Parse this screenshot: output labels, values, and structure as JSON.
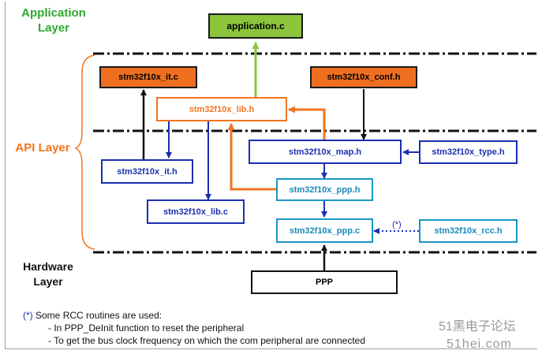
{
  "layers": {
    "application": {
      "line1": "Application",
      "line2": "Layer"
    },
    "api": "API Layer",
    "hardware": {
      "line1": "Hardware",
      "line2": "Layer"
    }
  },
  "boxes": {
    "application_c": "application.c",
    "it_c": "stm32f10x_it.c",
    "conf_h": "stm32f10x_conf.h",
    "lib_h": "stm32f10x_lib.h",
    "map_h": "stm32f10x_map.h",
    "type_h": "stm32f10x_type.h",
    "it_h": "stm32f10x_it.h",
    "ppp_h": "stm32f10x_ppp.h",
    "lib_c": "stm32f10x_lib.c",
    "ppp_c": "stm32f10x_ppp.c",
    "rcc_h": "stm32f10x_rcc.h",
    "ppp": "PPP"
  },
  "rcc_marker": "(*)",
  "notes": {
    "star": "(*)",
    "line1": " Some RCC routines are used:",
    "line2": "- In  PPP_DeInit function to reset the peripheral",
    "line3": "- To get the bus clock frequency on which the com peripheral are connected"
  },
  "watermark": {
    "line1": "51黑电子论坛",
    "line2": "51hei.com"
  },
  "colors": {
    "green": "#2ea82e",
    "orange": "#f27420",
    "blue": "#1b2fb0",
    "cyan": "#1a96c4",
    "lime": "#8cc43c"
  }
}
